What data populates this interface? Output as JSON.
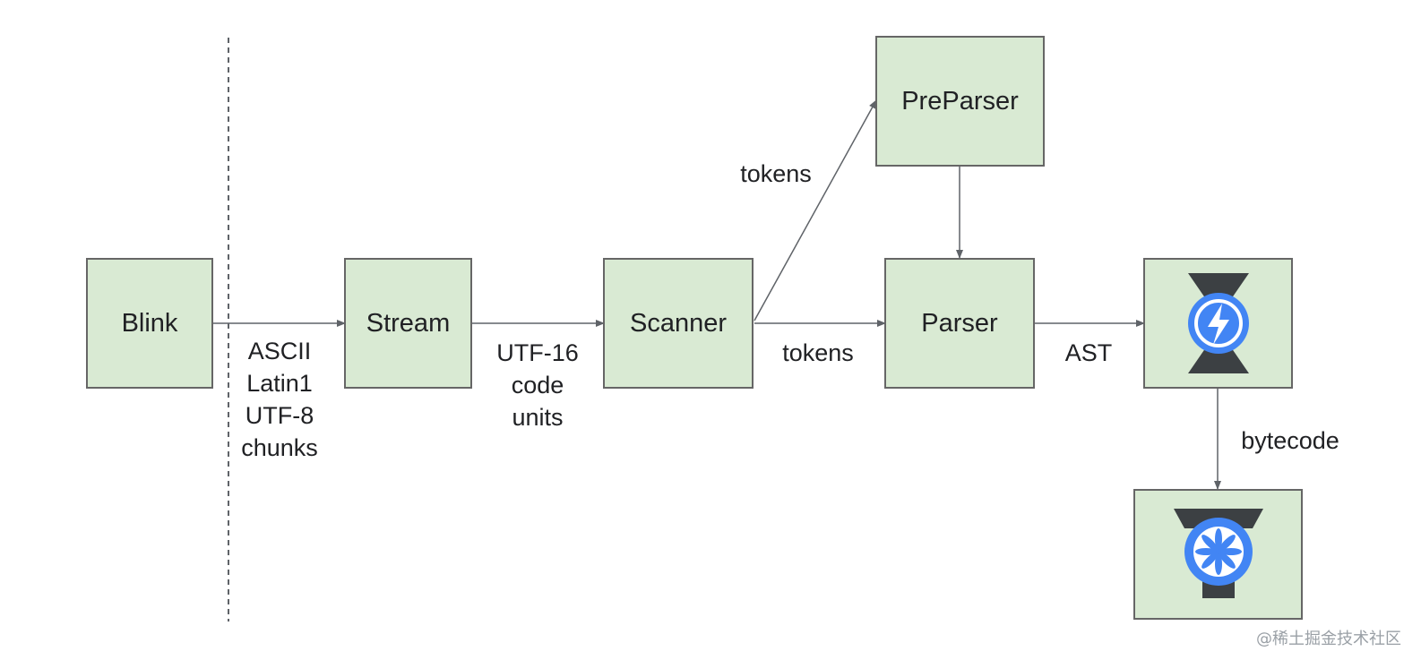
{
  "nodes": {
    "blink": "Blink",
    "stream": "Stream",
    "scanner": "Scanner",
    "preparser": "PreParser",
    "parser": "Parser"
  },
  "edges": {
    "blink_stream": [
      "ASCII",
      "Latin1",
      "UTF-8",
      "chunks"
    ],
    "stream_scanner": [
      "UTF-16",
      "code",
      "units"
    ],
    "scanner_preparser": "tokens",
    "scanner_parser": "tokens",
    "parser_interpreter": "AST",
    "interpreter_compiler": "bytecode"
  },
  "icons": {
    "interpreter": "ignition-interpreter-icon",
    "compiler": "turbofan-compiler-icon"
  },
  "watermark": "@稀土掘金技术社区",
  "colors": {
    "node_fill": "#d9ead3",
    "node_border": "#666666",
    "edge": "#5f6368",
    "icon_blue": "#4285f4",
    "icon_dark": "#3c4043"
  }
}
